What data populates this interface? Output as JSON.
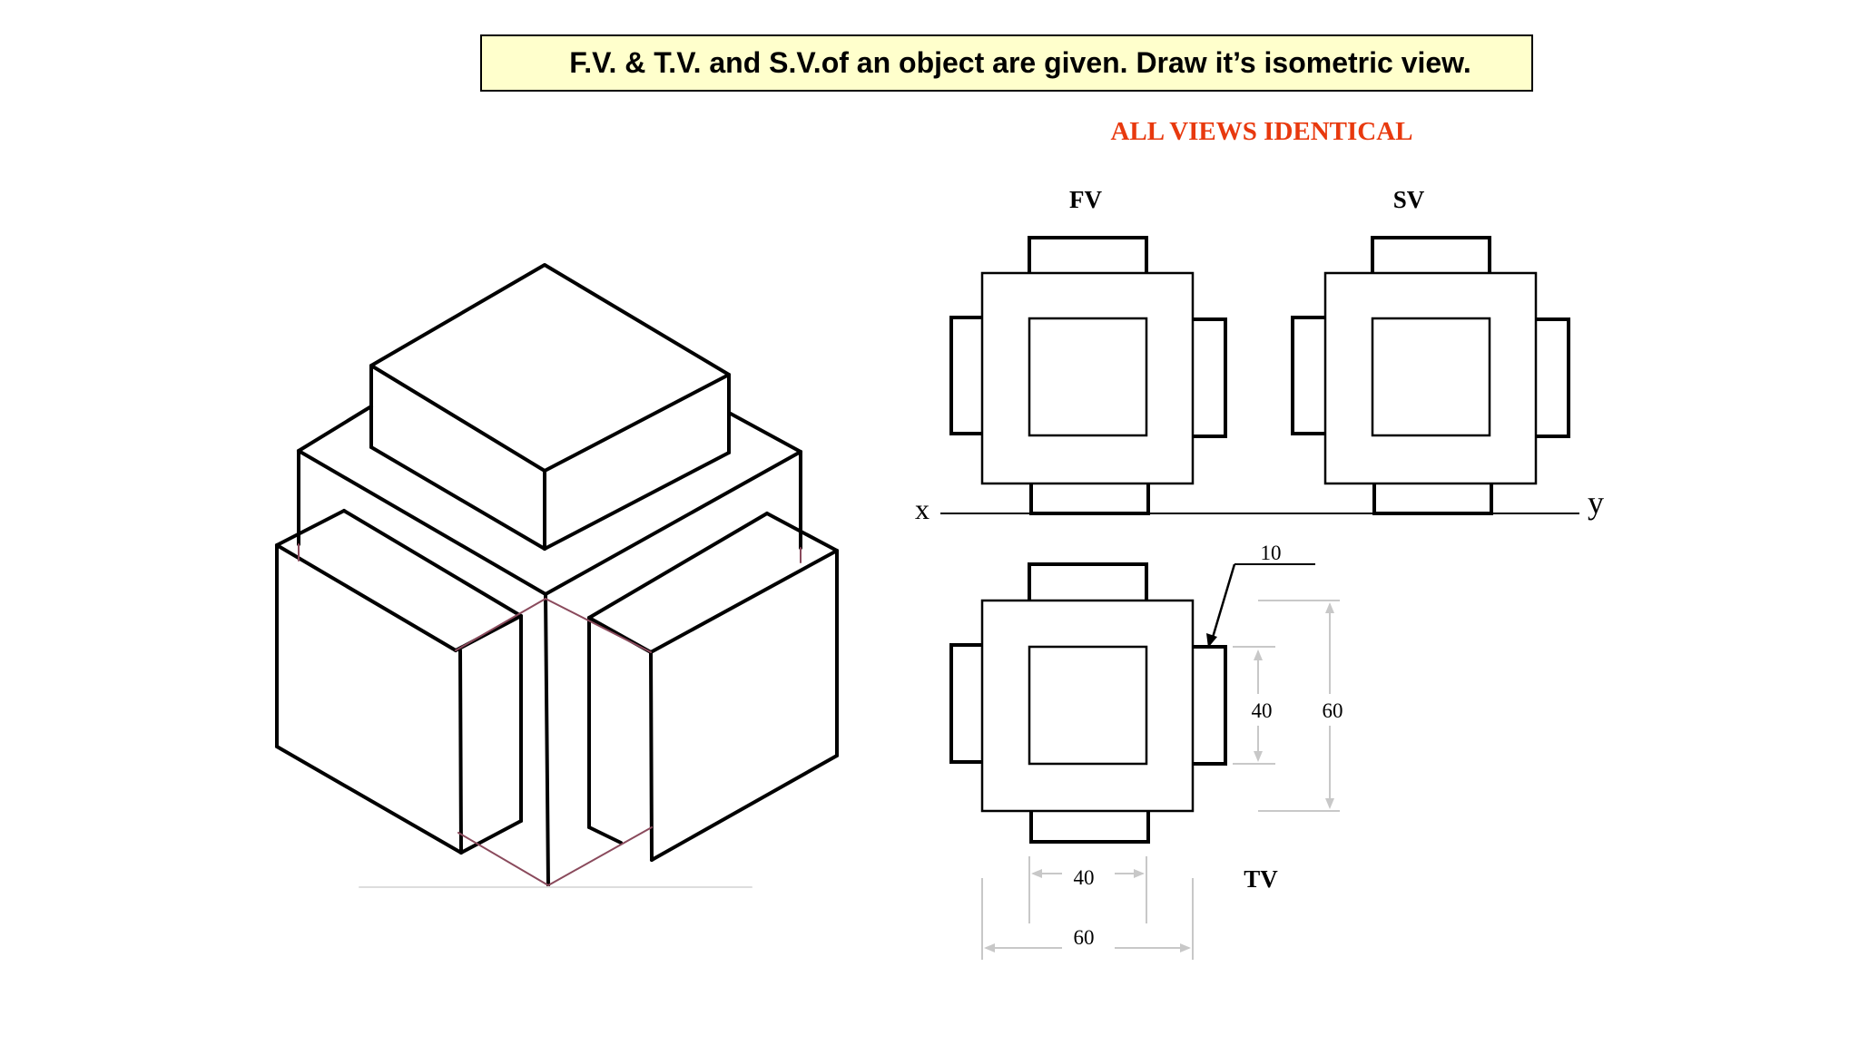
{
  "title": "F.V. & T.V. and S.V.of  an object are given. Draw it’s isometric view.",
  "subtitle": "ALL VIEWS IDENTICAL",
  "views": {
    "front_label": "FV",
    "side_label": "SV",
    "top_label": "TV"
  },
  "reference_line": {
    "left_label": "x",
    "right_label": "y"
  },
  "dimensions": {
    "leader": "10",
    "inner_height": "40",
    "outer_height": "60",
    "inner_width": "40",
    "outer_width": "60"
  },
  "colors": {
    "title_background": "#ffffcc",
    "subtitle": "#e8390e",
    "hidden_edge": "#8a4a5c",
    "dimension_line": "#c8c8c8"
  }
}
